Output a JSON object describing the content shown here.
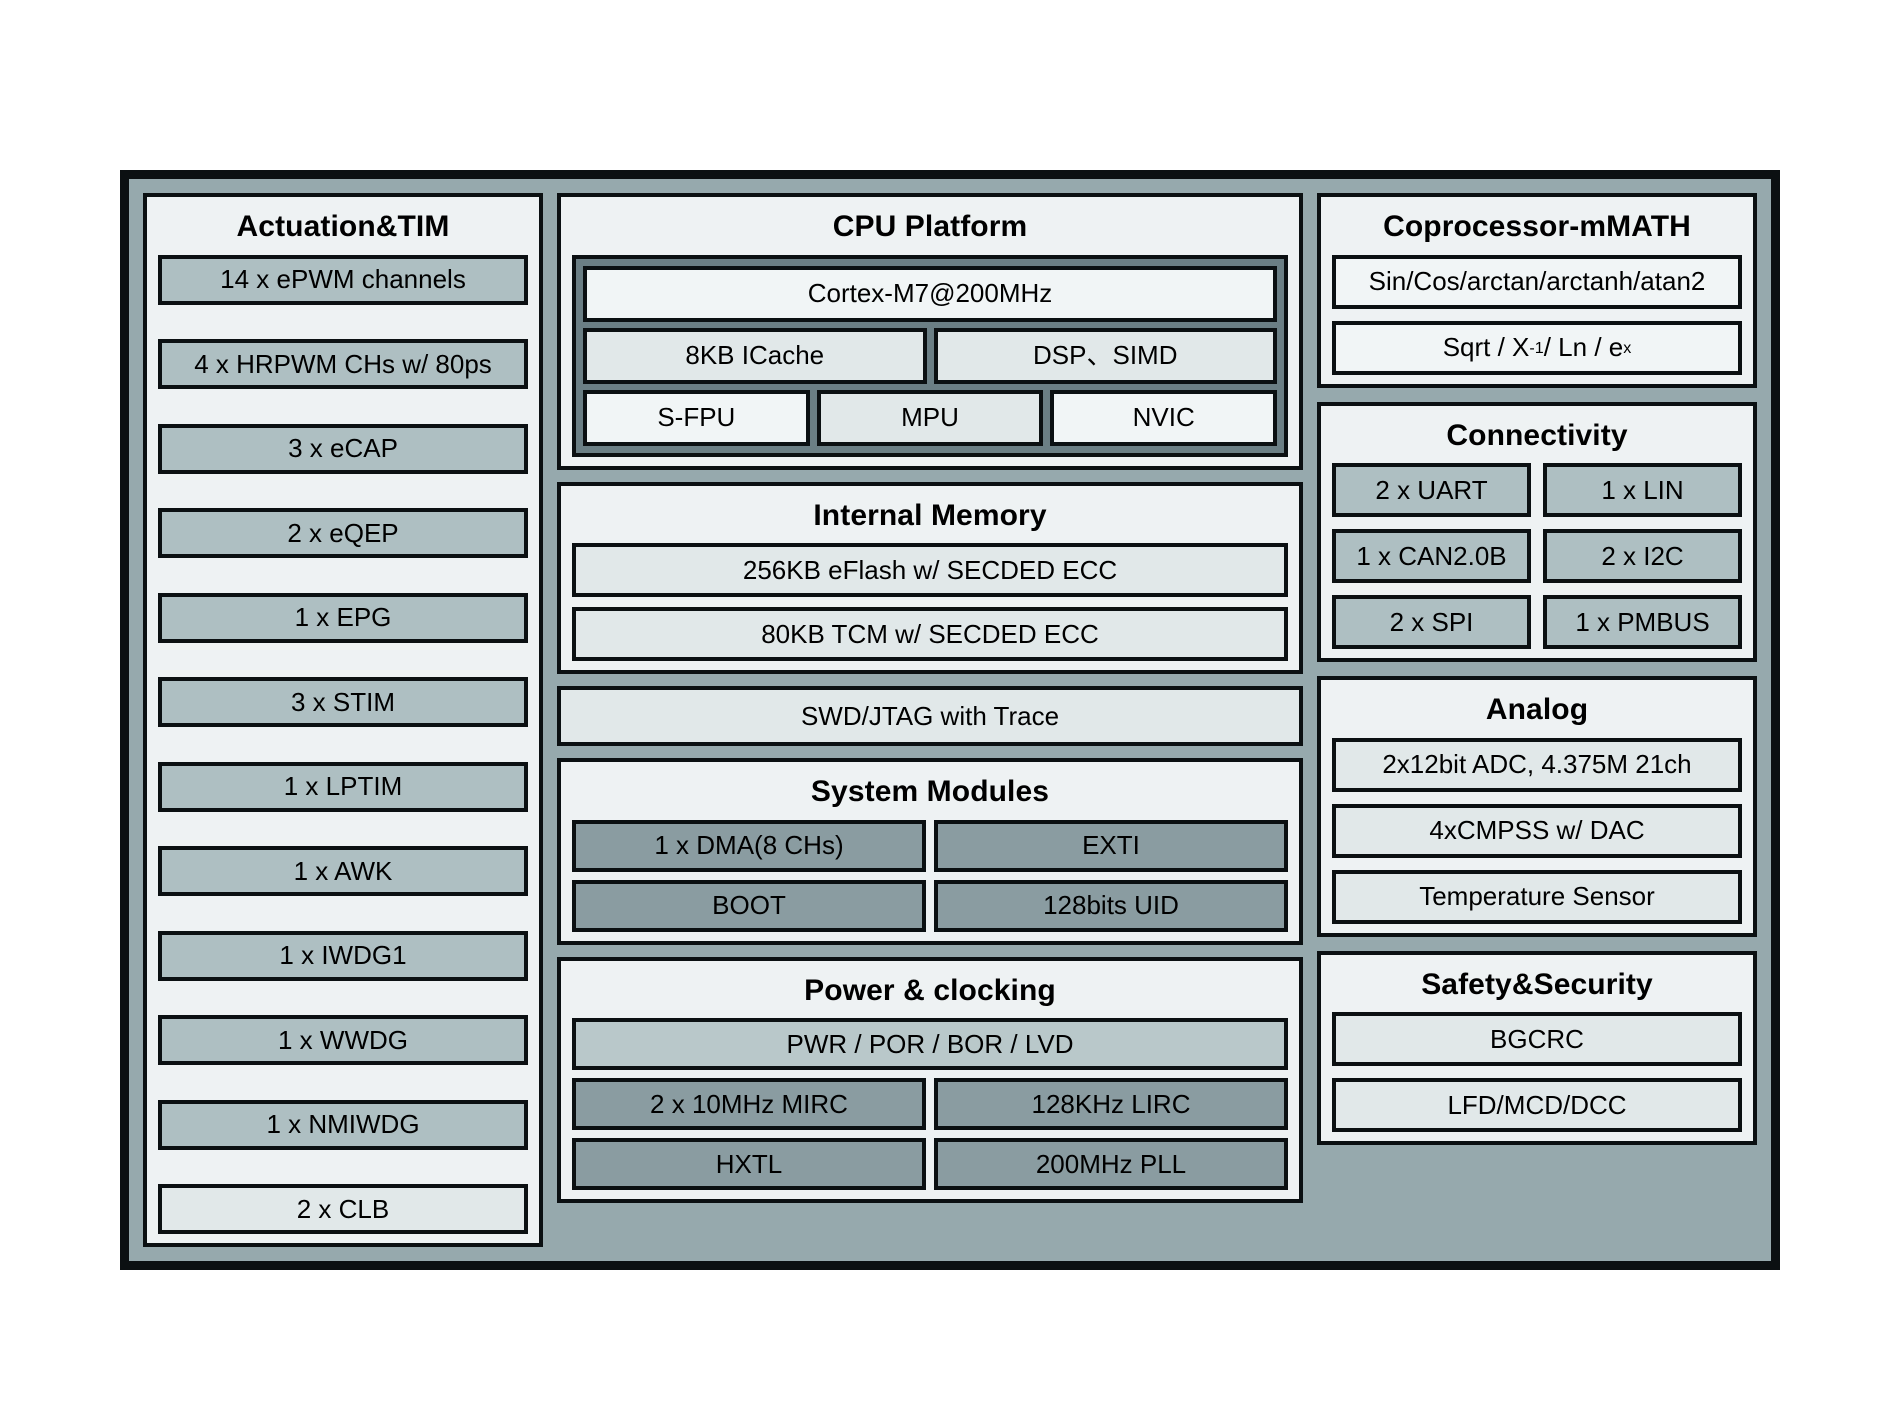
{
  "diagram": {
    "title": "MCU block diagram",
    "colors": {
      "frame_fill": "#96a9ad",
      "frame_border": "#0b1012",
      "panel_fill": "#eef2f3",
      "tone_a": "#aebfc2",
      "tone_b": "#e1e8e9",
      "tone_c": "#8a9ca1",
      "tone_d": "#f1f5f6",
      "tone_e": "#b9c8ca",
      "cpu_inner_fill": "#6b7f85"
    }
  },
  "actuation": {
    "title": "Actuation&TIM",
    "items": [
      "14 x ePWM channels",
      "4 x HRPWM CHs w/ 80ps",
      "3 x eCAP",
      "2 x eQEP",
      "1 x EPG",
      "3 x STIM",
      "1 x LPTIM",
      "1 x AWK",
      "1 x IWDG1",
      "1 x WWDG",
      "1 x NMIWDG",
      "2 x CLB"
    ]
  },
  "cpu_platform": {
    "title": "CPU Platform",
    "core": "Cortex-M7@200MHz",
    "row2": [
      "8KB ICache",
      "DSP、SIMD"
    ],
    "row3": [
      "S-FPU",
      "MPU",
      "NVIC"
    ]
  },
  "internal_memory": {
    "title": "Internal Memory",
    "items": [
      "256KB eFlash w/ SECDED ECC",
      "80KB TCM w/ SECDED ECC"
    ]
  },
  "debug": {
    "label": "SWD/JTAG with Trace"
  },
  "system_modules": {
    "title": "System Modules",
    "rows": [
      [
        "1 x DMA(8 CHs)",
        "EXTI"
      ],
      [
        "BOOT",
        "128bits UID"
      ]
    ]
  },
  "power_clocking": {
    "title": "Power & clocking",
    "full_width": "PWR / POR / BOR / LVD",
    "rows": [
      [
        "2 x 10MHz MIRC",
        "128KHz LIRC"
      ],
      [
        "HXTL",
        "200MHz PLL"
      ]
    ]
  },
  "coprocessor": {
    "title": "Coprocessor-mMATH",
    "items_plain": [
      "Sin/Cos/arctan/arctanh/atan2"
    ],
    "formula": {
      "part1": "Sqrt / X",
      "sup1": "-1",
      "part2": " / Ln / e",
      "sup2": "x"
    }
  },
  "connectivity": {
    "title": "Connectivity",
    "rows": [
      [
        "2 x UART",
        "1 x LIN"
      ],
      [
        "1 x CAN2.0B",
        "2 x I2C"
      ],
      [
        "2 x SPI",
        "1 x PMBUS"
      ]
    ]
  },
  "analog": {
    "title": "Analog",
    "items": [
      "2x12bit ADC, 4.375M 21ch",
      "4xCMPSS w/ DAC",
      "Temperature Sensor"
    ]
  },
  "safety_security": {
    "title": "Safety&Security",
    "items": [
      "BGCRC",
      "LFD/MCD/DCC"
    ]
  }
}
